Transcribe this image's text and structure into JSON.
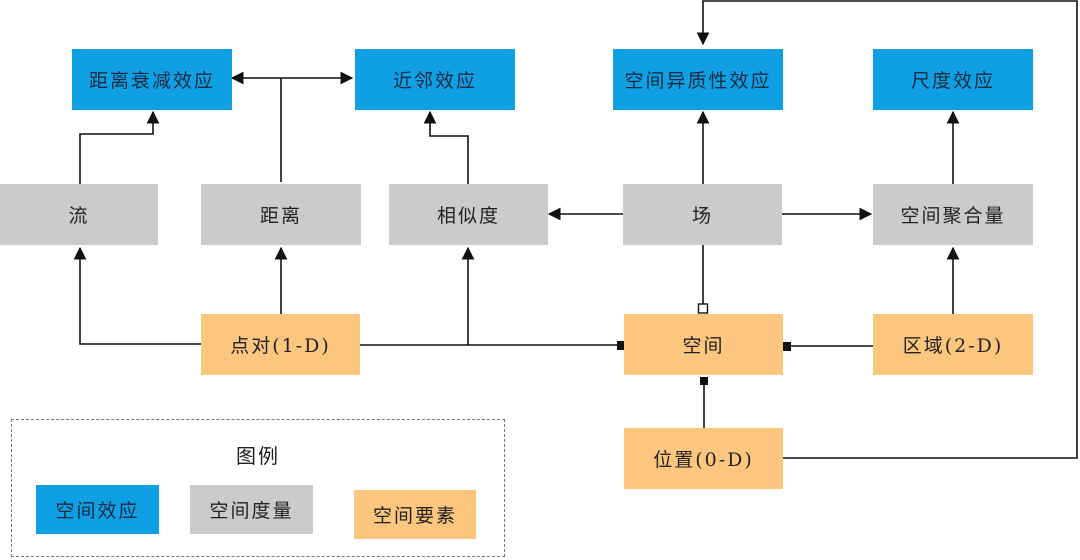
{
  "diagram": {
    "effects": {
      "distance_decay": "距离衰减效应",
      "neighborhood": "近邻效应",
      "heterogeneity": "空间异质性效应",
      "scale": "尺度效应"
    },
    "measures": {
      "flow": "流",
      "distance": "距离",
      "similarity": "相似度",
      "field": "场",
      "aggregation": "空间聚合量"
    },
    "elements": {
      "point_pair": "点对(1-D)",
      "space": "空间",
      "region": "区域(2-D)",
      "location": "位置(0-D)"
    },
    "legend": {
      "title": "图例",
      "items": [
        {
          "label": "空间效应",
          "kind": "effect",
          "color": "#0ea0e3"
        },
        {
          "label": "空间度量",
          "kind": "measure",
          "color": "#cbcbcb"
        },
        {
          "label": "空间要素",
          "kind": "element",
          "color": "#fcc67e"
        }
      ]
    },
    "colors": {
      "effect": "#0ea0e3",
      "measure": "#cbcbcb",
      "element": "#fcc67e",
      "line": "#111111"
    },
    "edges": [
      {
        "from": "flow",
        "to": "distance_decay",
        "type": "arrow"
      },
      {
        "from": "distance",
        "to": "distance_decay",
        "type": "arrow"
      },
      {
        "from": "distance",
        "to": "neighborhood",
        "type": "arrow"
      },
      {
        "from": "similarity",
        "to": "neighborhood",
        "type": "arrow"
      },
      {
        "from": "field",
        "to": "heterogeneity",
        "type": "arrow"
      },
      {
        "from": "field",
        "to": "similarity",
        "type": "arrow"
      },
      {
        "from": "field",
        "to": "aggregation",
        "type": "arrow"
      },
      {
        "from": "aggregation",
        "to": "scale",
        "type": "arrow"
      },
      {
        "from": "point_pair",
        "to": "flow",
        "type": "arrow"
      },
      {
        "from": "point_pair",
        "to": "distance",
        "type": "arrow"
      },
      {
        "from": "point_pair",
        "to": "similarity",
        "type": "arrow"
      },
      {
        "from": "region",
        "to": "aggregation",
        "type": "arrow"
      },
      {
        "from": "location",
        "to": "heterogeneity",
        "type": "arrow"
      },
      {
        "from": "point_pair",
        "to": "space",
        "type": "composition"
      },
      {
        "from": "region",
        "to": "space",
        "type": "composition"
      },
      {
        "from": "location",
        "to": "space",
        "type": "composition"
      },
      {
        "from": "field",
        "to": "space",
        "type": "aggregation"
      }
    ]
  }
}
